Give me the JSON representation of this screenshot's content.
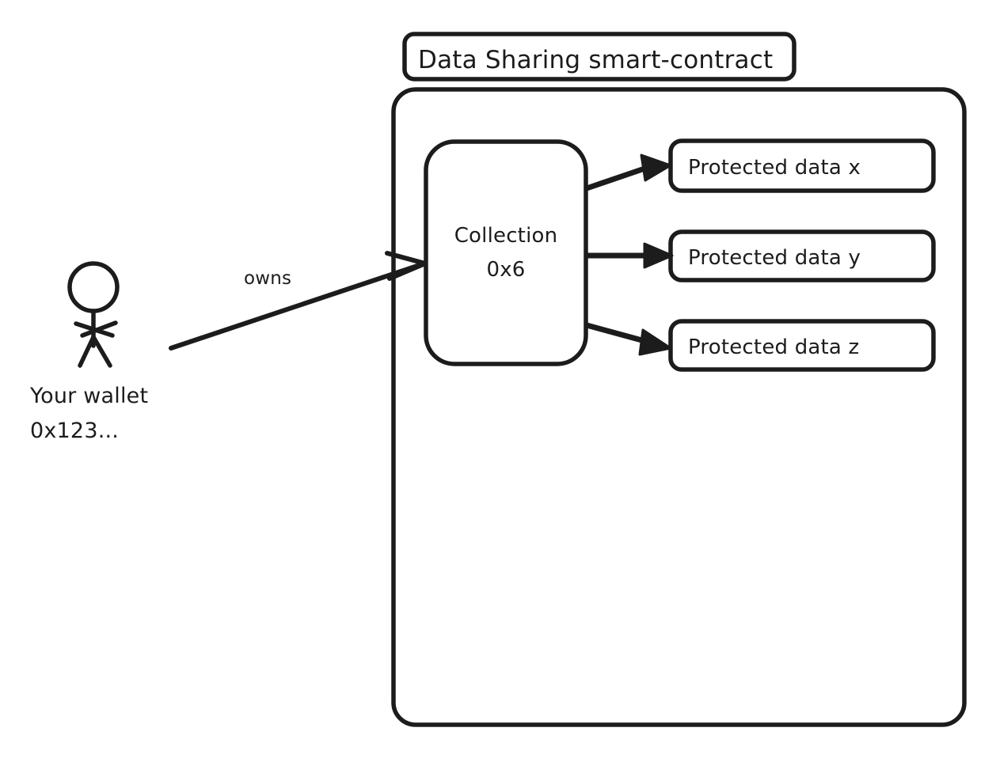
{
  "diagram": {
    "title": "Data Sharing smart-contract",
    "background_color": "#ffffff",
    "ink_color": "#1c1c1c",
    "actor": {
      "icon": "stick-figure-person",
      "label_line1": "Your wallet",
      "label_line2": "0x123..."
    },
    "relation": {
      "label": "owns",
      "from": "Your wallet 0x123...",
      "to": "Collection 0x6"
    },
    "collection": {
      "label_line1": "Collection",
      "label_line2": "0x6"
    },
    "protected_data": [
      {
        "label": "Protected data x"
      },
      {
        "label": "Protected data y"
      },
      {
        "label": "Protected data z"
      }
    ]
  }
}
